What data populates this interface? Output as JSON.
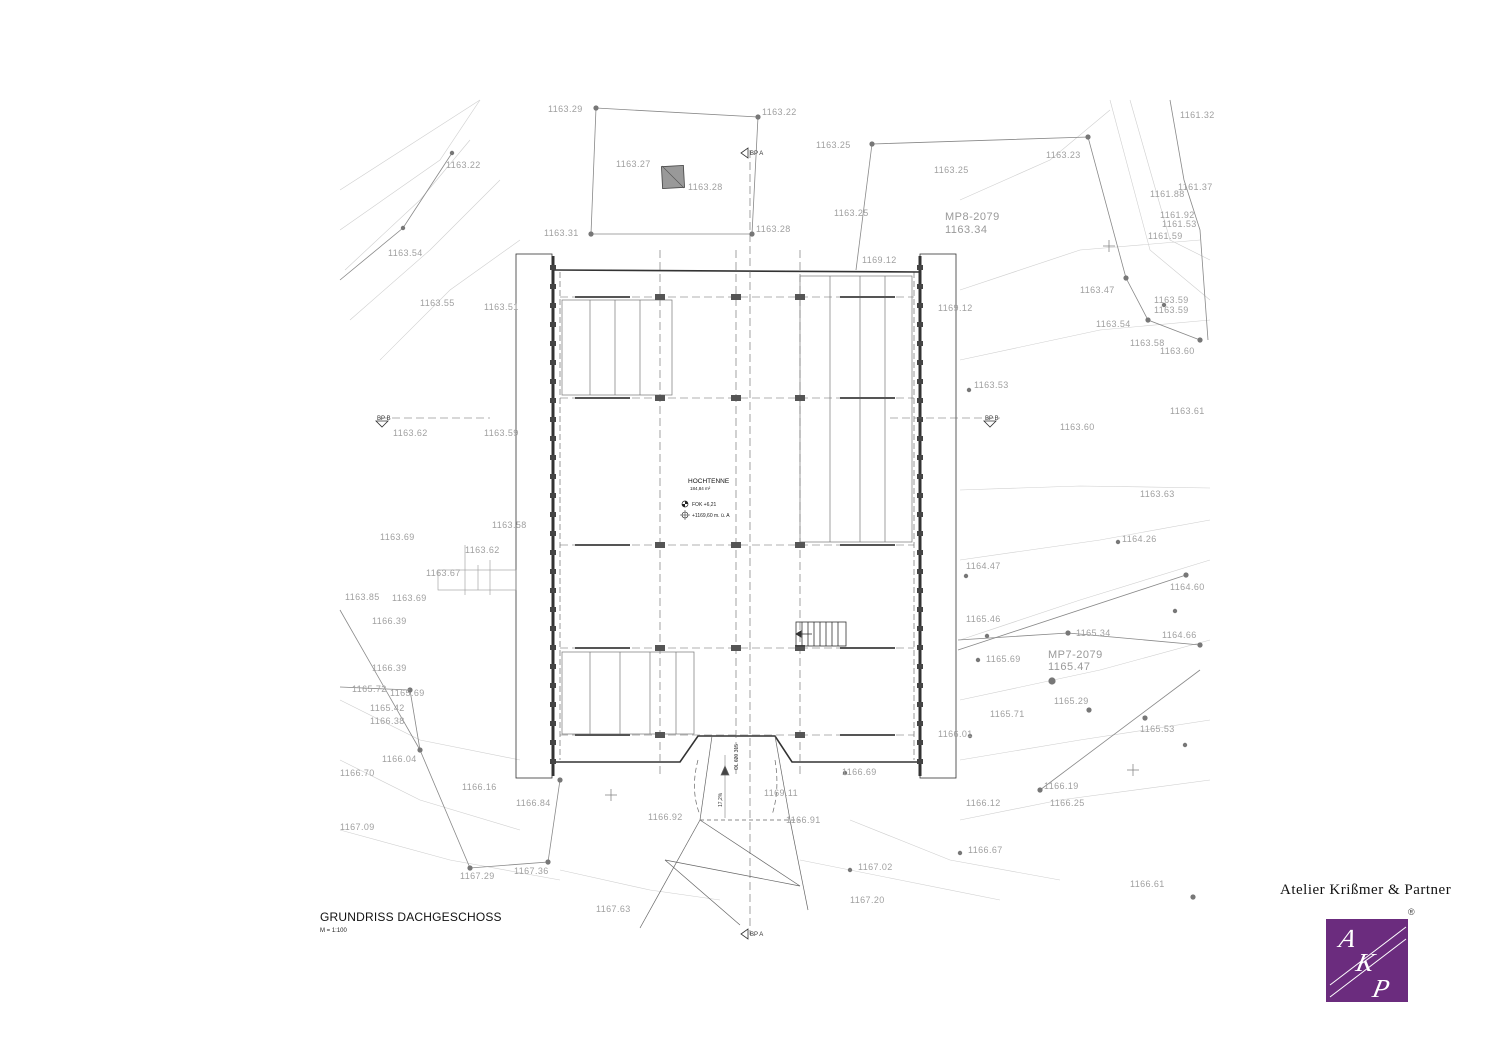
{
  "drawing": {
    "title": "GRUNDRISS DACHGESCHOSS",
    "scale": "M = 1:100"
  },
  "room": {
    "name": "HOCHTENNE",
    "area": "184,84 m²",
    "fok": "FOK +6,21",
    "absolute": "+1169,60 m. ü. A"
  },
  "section_markers": {
    "top_a": "BP A",
    "bottom_a": "BP A",
    "left_b": "BP B",
    "right_b": "BP B"
  },
  "survey_points": {
    "mp8_name": "MP8-2079",
    "mp8_height": "1163.34",
    "mp7_name": "MP7-2079",
    "mp7_height": "1165.47"
  },
  "ramp": {
    "slope": "17,2%",
    "dims": "OL 620 315"
  },
  "elevations": [
    "1163.29",
    "1163.22",
    "1163.25",
    "1163.23",
    "1163.27",
    "1163.28",
    "1163.31",
    "1163.28",
    "1163.25",
    "1163.25",
    "1163.22",
    "1163.54",
    "1163.55",
    "1163.51",
    "1169.12",
    "1169.12",
    "1163.47",
    "1163.54",
    "1163.58",
    "1163.60",
    "1163.53",
    "1163.61",
    "1163.62",
    "1163.59",
    "1163.60",
    "1163.63",
    "1163.58",
    "1163.69",
    "1163.62",
    "1163.67",
    "1163.85",
    "1163.69",
    "1166.39",
    "1164.26",
    "1164.47",
    "1164.60",
    "1165.46",
    "1165.34",
    "1164.66",
    "1165.69",
    "1166.39",
    "1165.72",
    "1165.69",
    "1165.42",
    "1166.38",
    "1165.29",
    "1165.71",
    "1166.01",
    "1165.53",
    "1166.04",
    "1166.70",
    "1166.16",
    "1166.84",
    "1166.69",
    "1169.11",
    "1166.19",
    "1166.12",
    "1166.25",
    "1167.09",
    "1166.92",
    "1166.91",
    "1166.67",
    "1167.02",
    "1167.29",
    "1167.36",
    "1166.61",
    "1167.20",
    "1167.63",
    "1161.32",
    "1161.88",
    "1161.92",
    "1161.53",
    "1161.59",
    "1161.37",
    "1163.59",
    "1163.59"
  ],
  "company": {
    "name": "Atelier Krißmer & Partner",
    "logo_text": "AKP",
    "registered": "®"
  },
  "colors": {
    "line": "#555555",
    "survey": "#999999",
    "logo_bg": "#6b2c7e"
  }
}
